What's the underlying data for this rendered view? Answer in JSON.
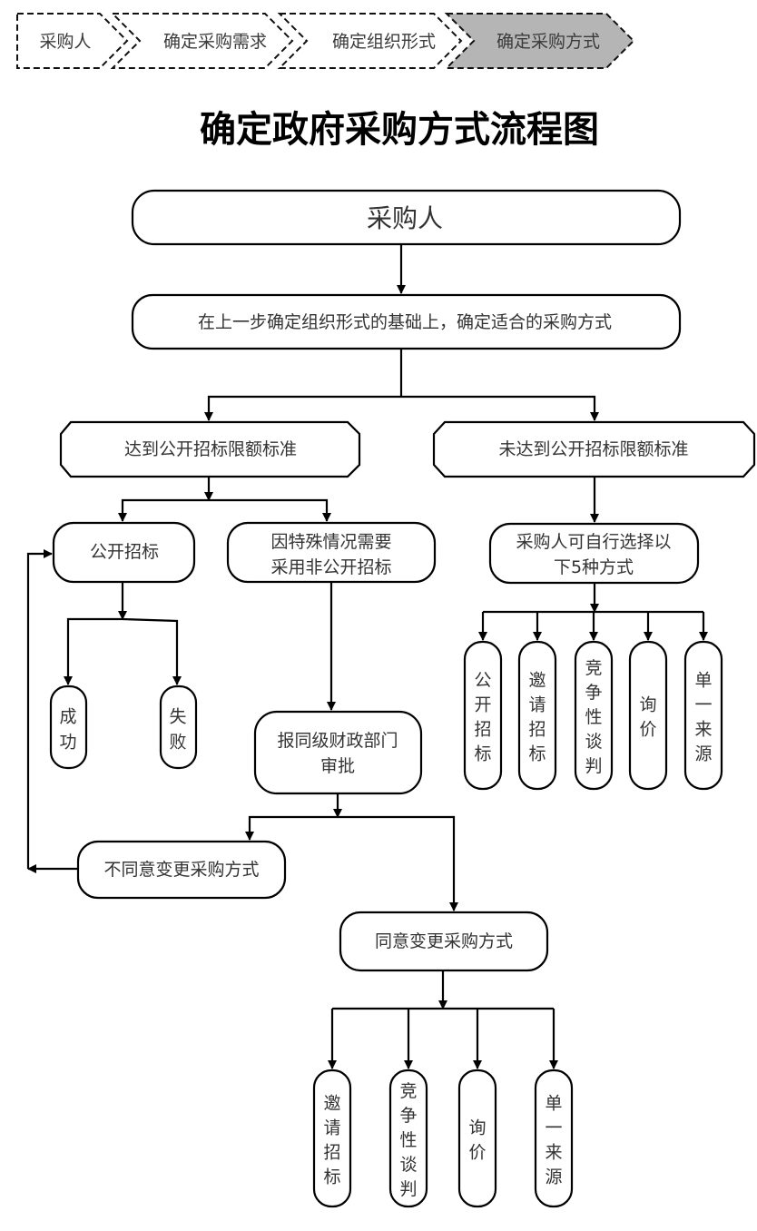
{
  "breadcrumb": {
    "steps": [
      {
        "label": "采购人",
        "active": false
      },
      {
        "label": "确定采购需求",
        "active": false
      },
      {
        "label": "确定组织形式",
        "active": false
      },
      {
        "label": "确定采购方式",
        "active": true
      }
    ],
    "active_fill": "#b5b5b5"
  },
  "title": "确定政府采购方式流程图",
  "nodes": {
    "purchaser": "采购人",
    "determine": "在上一步确定组织形式的基础上，确定适合的采购方式",
    "reach_threshold": "达到公开招标限额标准",
    "below_threshold": "未达到公开招标限额标准",
    "open_tender": "公开招标",
    "special_case": [
      "因特殊情况需要",
      "采用非公开招标"
    ],
    "self_select": [
      "采购人可自行选择以",
      "下5种方式"
    ],
    "success": "成功",
    "failure": "失败",
    "report_approval": [
      "报同级财政部门",
      "审批"
    ],
    "disagree": "不同意变更采购方式",
    "agree": "同意变更采购方式"
  },
  "below_methods": [
    "公开招标",
    "邀请招标",
    "竞争性谈判",
    "询价",
    "单一来源"
  ],
  "agree_methods": [
    "邀请招标",
    "竞争性谈判",
    "询价",
    "单一来源"
  ]
}
